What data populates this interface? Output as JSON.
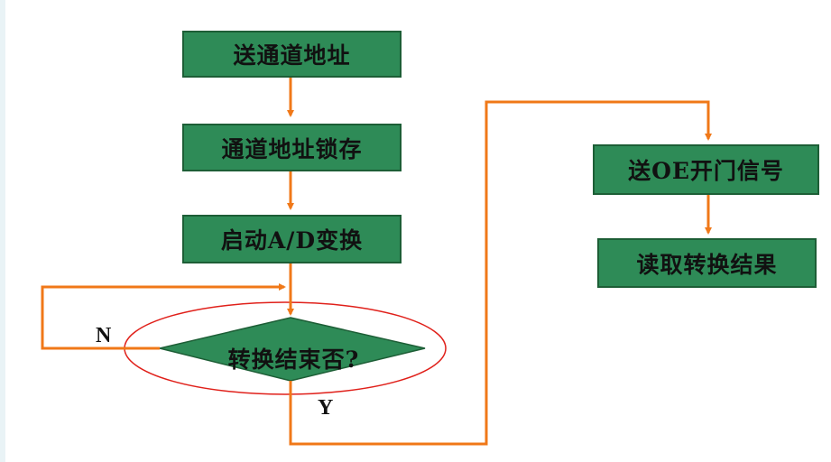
{
  "diagram": {
    "boxes": {
      "send_address": "送通道地址",
      "latch_address": "通道地址锁存",
      "start_ad": "启动A/D变换",
      "decision": "转换结束否?",
      "send_oe": "送OE开门信号",
      "read_result": "读取转换结果"
    },
    "branch_labels": {
      "no": "N",
      "yes": "Y"
    },
    "colors": {
      "box_fill": "#2e8b57",
      "arrow": "#f07818",
      "ellipse": "#e0201a"
    }
  }
}
